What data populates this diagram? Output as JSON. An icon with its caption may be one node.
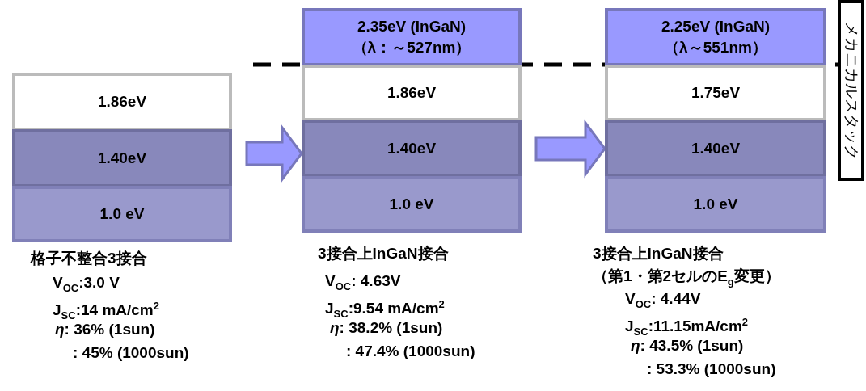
{
  "diagram": {
    "nodes": [
      {
        "text": [
          "1.86eV"
        ]
      },
      {
        "text": [
          "1.40eV"
        ]
      },
      {
        "text": [
          "1.0 eV"
        ],
        "beside": [
          "格子不整合3接合",
          "V$_{OC}$:3.0 V",
          "J$_{SC}$:14 mA/cm$^{2}$",
          "*η*: 36% (1sun)",
          ": 45% (1000sun)"
        ]
      },
      {
        "text": [
          "2.35eV (InGaN)",
          "（λ：～527nm）"
        ]
      },
      {
        "text": [
          "1.86eV"
        ]
      },
      {
        "text": [
          "1.40eV"
        ]
      },
      {
        "text": [
          "1.0 eV"
        ],
        "beside": [
          "3接合上InGaN接合",
          "V$_{OC}$: 4.63V",
          "J$_{SC}$:9.54 mA/cm$^{2}$",
          "*η*: 38.2% (1sun)",
          ": 47.4% (1000sun)"
        ]
      },
      {
        "text": [
          "2.25eV (InGaN)",
          "（λ～551nm）"
        ]
      },
      {
        "text": [
          "1.75eV"
        ]
      },
      {
        "text": [
          "1.40eV"
        ]
      },
      {
        "text": [
          "1.0 eV"
        ],
        "beside": [
          "3接合上InGaN接合",
          "（第1・第2セルのE$_{g}$変更）",
          "V$_{OC}$: 4.44V",
          "J$_{SC}$:11.15mA/cm$^{2}$",
          "*η*: 43.5% (1sun)",
          ": 53.3% (1000sun)"
        ]
      },
      {
        "text": [
          "メカニカルスタック"
        ]
      }
    ],
    "edges": [
      {
        "from": 1,
        "to": 5,
        "arrow": "to"
      },
      {
        "from": 5,
        "to": 9,
        "arrow": "to"
      }
    ]
  }
}
